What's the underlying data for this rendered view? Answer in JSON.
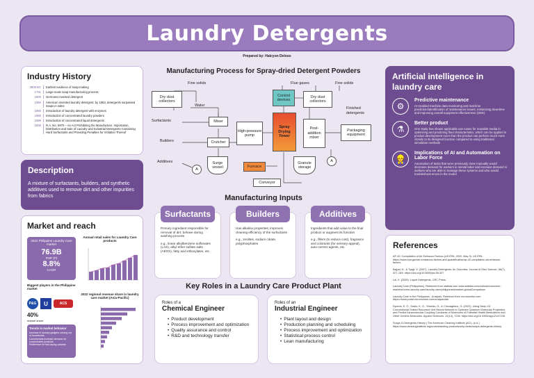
{
  "title": "Laundry Detergents",
  "prepared_by": "Prepared by: Halcyon Deloso",
  "history": {
    "heading": "Industry History",
    "items": [
      {
        "year": "2800 BC",
        "text": "Earliest evidence of soap-making"
      },
      {
        "year": "1791",
        "text": "Large-scale soap manufacturing process"
      },
      {
        "year": "1900",
        "text": "Germans invented detergent"
      },
      {
        "year": "1950",
        "text": "American invented laundry detergent; by 1953, detergents surpassed soaps in sales"
      },
      {
        "year": "1960",
        "text": "Introduction of laundry detergent with enzymes"
      },
      {
        "year": "1980",
        "text": "Introduction of concentrated laundry powders"
      },
      {
        "year": "1990",
        "text": "Introduction of concentrated liquid detergents"
      },
      {
        "year": "2000",
        "text": "R.A. No. 8970 – An Act Prohibiting the Manufacture, Importation, Distribution and Sale of Laundry and Industrial Detergents Containing Hard Surfactants and Providing Penalties for Violation Thereof"
      }
    ]
  },
  "description": {
    "heading": "Description",
    "text": "A mixture of surfactants, builders, and synthetic additives used to remove dirt and other impurities from fabrics"
  },
  "market": {
    "heading": "Market and reach",
    "size_label": "2022 Philippine Laundry Care market",
    "size_value": "76.9B",
    "size_unit": "PHP (P)",
    "cagr_value": "8.8%",
    "cagr_label": "CAGR",
    "players_label": "Biggest players in the Philippine market",
    "players_share": "40%",
    "players_share_label": "market share",
    "brands": [
      "P&G",
      "Unilever",
      "ACS"
    ],
    "trends_label": "Trends in market behavior",
    "trends": [
      "Increase in laundry gadgets coming out of households",
      "Laundromats increase demand for concentrated products",
      "Preference for fast-drying variants"
    ],
    "chart1_title": "Annual retail sales for Laundry Care products",
    "chart2_title": "2022 regional revenue share in laundry care market (Asia-Pacific)"
  },
  "process": {
    "heading": "Manufacturing Process for Spray-dried Detergent Powders",
    "labels": {
      "dry_dust": "Dry dust collectors",
      "fine_solids_1": "Fine solids",
      "water": "Water",
      "surfactants": "Surfactants",
      "mixer": "Mixer",
      "builders": "Builders",
      "crutcher": "Crutcher",
      "additives": "Additives",
      "surge_vessel": "Surge vessel",
      "hp_pump": "High-pressure pump",
      "furnace": "Furnace",
      "flue_gases": "Flue gases",
      "control_devices": "Control devices",
      "spray_tower": "Spray Drying Tower",
      "dry_dust_2": "Dry dust collectors",
      "fine_solids_2": "Fine solids",
      "post_mixer": "Post-addition mixer",
      "granule": "Granule storage",
      "conveyor": "Conveyor",
      "finished": "Finished detergents",
      "packaging": "Packaging equipment",
      "a": "A"
    }
  },
  "inputs": {
    "heading": "Manufacturing Inputs",
    "cards": [
      {
        "title": "Surfactants",
        "body": "Primary ingredient responsible for removal of dirt; behave during washing process",
        "example": "e.g., linear alkylbenzene sulfonates (LAS), alkyl ether sulfate salts (AEOS), fatty acid ethoxylates, etc."
      },
      {
        "title": "Builders",
        "body": "Has alkaline properties; improves cleaning efficiency of the surfactants",
        "example": "e.g., zeolites, sodium citrate, polyphosphates"
      },
      {
        "title": "Additives",
        "body": "Ingredients that add value to the final product or augment its function",
        "example": "e.g., fillers (to reduce cost), fragrance and colorants (for sensory appeal), auto-correct agents, etc."
      }
    ]
  },
  "roles": {
    "heading": "Key Roles in a Laundry Care Product Plant",
    "chem": {
      "small": "Roles of a",
      "big": "Chemical Engineer",
      "items": [
        "Product development",
        "Process improvement and optimization",
        "Quality assurance and control",
        "R&D and technology transfer"
      ]
    },
    "ind": {
      "small": "Roles of an",
      "big": "Industrial Engineer",
      "items": [
        "Plant layout and design",
        "Production planning and scheduling",
        "Process improvement and optimization",
        "Statistical process control",
        "Lean manufacturing"
      ]
    }
  },
  "ai": {
    "heading": "Artificial intelligence in laundry care",
    "items": [
      {
        "title": "Predictive maintenance",
        "body": "AI-enabled machine data monitoring and real-time prediction/identification of maintenance issues, minimizing downtime and improving overall equipment effectiveness (OEE)",
        "icon": "gear-cog-icon"
      },
      {
        "title": "Better product",
        "body": "One study has shown applicable use cases for reusable media in optimizing and predicting fluid characteristics, which can be applied in product development more than the product can perform much more closely to its designed function compared to using traditional simulation methods",
        "icon": "lab-flask-icon"
      },
      {
        "title": "Implications of AI and Automation on Labor Force",
        "body": "Automation of tasks that were previously done manually would decrease demand for workers in menial labor and increase demand in workers who are able to manage these systems and who would troubleshoot errors in the model",
        "icon": "worker-icon"
      }
    ]
  },
  "references": {
    "heading": "References",
    "items": [
      "AP-42: Compilation of Air Emission Factors (US EPA, 2022, May 3). US EPA. https://www.epa.gov/air-emissions-factors-and-quantification/ap-42-compilation-air-emission-factors",
      "Bajpai, D., & Tyagi, V. (2007). Laundry Detergents: An Overview. Journal of Oleo Science, 56(7), 327–340. https://doi.org/10.5650/jos.56.327",
      "Lai, K. (2005). Liquid Detergents. CRC Press.",
      "Laundry Care (Philippines). Retrieved from statista.com www.statista.com/outlook/consumer-markets/home-laundry-care/laundry-care/philippines#market-globalComparison",
      "Laundry Care in the Philippines - Analysis. Retrieved from euromonitor.com https://www.portal.euromonitor.com/analysis/tab",
      "Dyrevis, E. O., Daslo, K. O., Sheedo, O., & Chovagbenc, G. (2022). Using Deep 1D Convolutional Grated Recurrent Unit Neural Network to Optimize Quantum Molecular Properties and Predict Intramolecular Coupling Constants of Molecules of Potential Health Medications and Other Generic Molecules. Applied Sciences, 12(14), 7228. https://doi.org/10.3390/app12147228",
      "Soaps & Detergents History | The American Cleaning Institute (ACI). (n.d.). https://www.cleaninginstitute.org/understanding-products/why-clean/soaps-detergents-history"
    ]
  },
  "colors": {
    "accent": "#9a7bbd",
    "dark": "#6d4c90",
    "bg": "#ece6f3"
  }
}
